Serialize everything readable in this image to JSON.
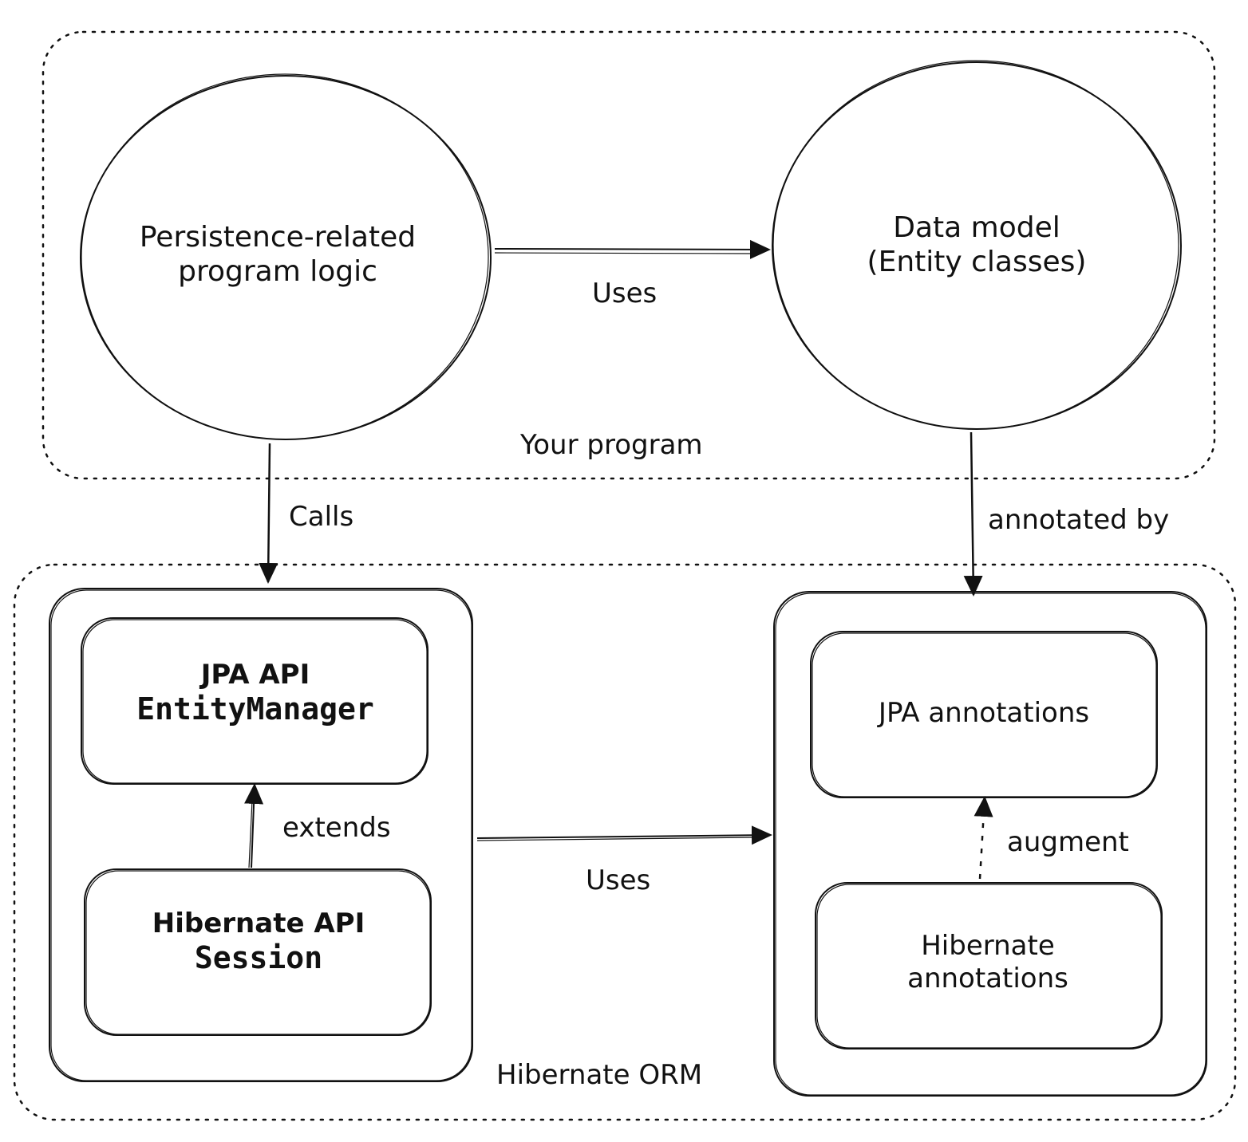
{
  "groups": {
    "your_program": "Your program",
    "hibernate_orm": "Hibernate ORM"
  },
  "nodes": {
    "persistence_logic": {
      "line1": "Persistence-related",
      "line2": "program logic"
    },
    "data_model": {
      "line1": "Data model",
      "line2": "(Entity classes)"
    },
    "jpa_api": {
      "line1": "JPA API",
      "line2": "EntityManager"
    },
    "hibernate_api": {
      "line1": "Hibernate API",
      "line2": "Session"
    },
    "jpa_annotations": {
      "line1": "JPA annotations"
    },
    "hibernate_annotations": {
      "line1": "Hibernate",
      "line2": "annotations"
    }
  },
  "edges": {
    "uses_top": "Uses",
    "calls": "Calls",
    "annotated_by": "annotated by",
    "extends": "extends",
    "uses_bottom": "Uses",
    "augment": "augment"
  }
}
